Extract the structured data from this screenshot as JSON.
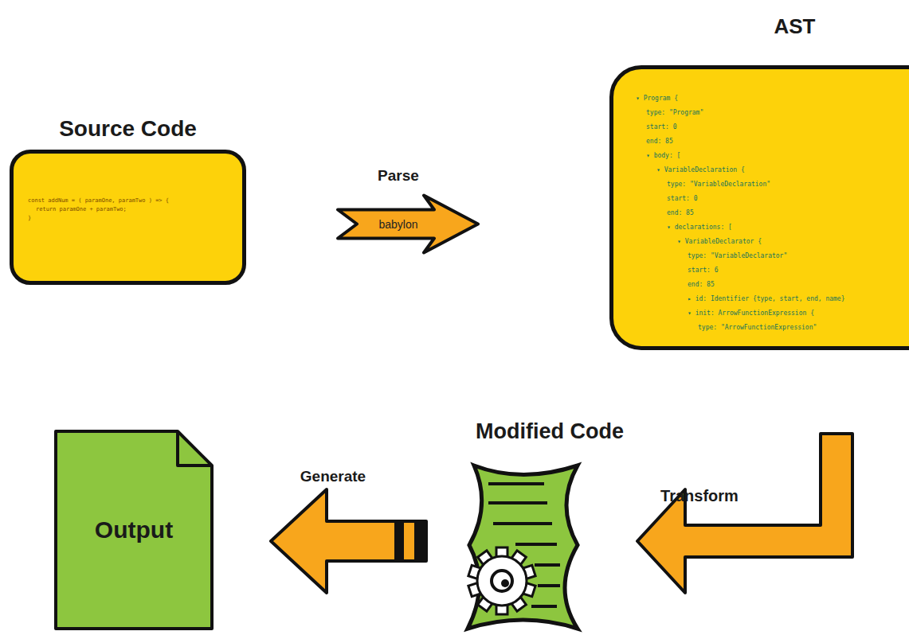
{
  "diagram": {
    "nodes": [
      {
        "text": [
          "Source Code",
          "const addNum = ( paramOne, paramTwo ) => {",
          "return paramOne + paramTwo;",
          "}"
        ]
      },
      {
        "text": [
          "AST",
          "▾ Program {",
          "type: \"Program\"",
          "start: 0",
          "end: 85",
          "▾ body: [",
          "▾ VariableDeclaration {",
          "type: \"VariableDeclaration\"",
          "start: 0",
          "end: 85",
          "▾ declarations: [",
          "▾ VariableDeclarator {",
          "type: \"VariableDeclarator\"",
          "start: 6",
          "end: 85",
          "▸ id: Identifier {type, start, end, name}",
          "▾ init: ArrowFunctionExpression {",
          "type: \"ArrowFunctionExpression\""
        ]
      },
      {
        "text": [
          "Modified Code"
        ]
      },
      {
        "text": [
          "Output"
        ]
      }
    ],
    "edges": [
      {
        "from": 0,
        "to": 1,
        "label": "Parse",
        "arrow": "to"
      },
      {
        "from": 1,
        "to": 2,
        "label": "Transform",
        "arrow": "to"
      },
      {
        "from": 2,
        "to": 3,
        "label": "Generate",
        "arrow": "to"
      }
    ],
    "labels": [
      "babylon"
    ]
  }
}
